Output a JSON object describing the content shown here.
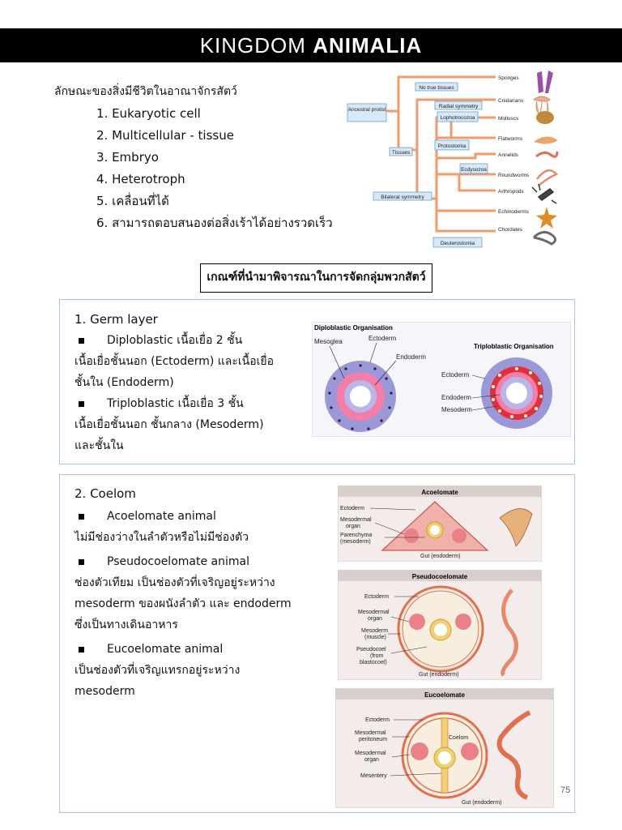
{
  "header": {
    "title_plain": "KINGDOM",
    "title_bold": "ANIMALIA"
  },
  "intro": {
    "heading": "ลักษณะของสิ่งมีชีวิตในอาณาจักรสัตว์",
    "items": [
      "1. Eukaryotic cell",
      "2. Multicellular - tissue",
      "3. Embryo",
      "4. Heterotroph",
      "5. เคลื่อนที่ได้",
      "6. สามารถตอบสนองต่อสิ่งเร้าได้อย่างรวดเร็ว"
    ]
  },
  "phylogeny": {
    "ancestor": "Ancestral protist",
    "nodes": {
      "no_true": "No true tissues",
      "radial": "Radial symmetry",
      "lopho": "Lophotrocozoa",
      "proto": "Protostomia",
      "ecdy": "Ecdysozoa",
      "tissues": "Tissues",
      "bilateral": "Bilateral symmetry",
      "deutero": "Deuterostomia"
    },
    "taxa": [
      "Sponges",
      "Cnidarians",
      "Molluscs",
      "Flatworms",
      "Annelids",
      "Roundworms",
      "Arthropods",
      "Echinoderms",
      "Chordates"
    ]
  },
  "criteria_title": "เกณฑ์ที่นำมาพิจารณาในการจัดกลุ่มพวกสัตว์",
  "germ": {
    "title": "1. Germ layer",
    "diplo_label": "Diploblastic เนื้อเยื่อ 2 ชั้น",
    "diplo_desc1": "เนื้อเยื่อชั้นนอก (Ectoderm) และเนื้อเยื่อ",
    "diplo_desc2": "ชั้นใน (Endoderm)",
    "triplo_label": "Triploblastic เนื้อเยื่อ 3 ชั้น",
    "triplo_desc1": "เนื้อเยื่อชั้นนอก ชั้นกลาง (Mesoderm)",
    "triplo_desc2": "และชั้นใน",
    "fig": {
      "diplo_title": "Diploblastic Organisation",
      "triplo_title": "Triploblastic Organisation",
      "mesoglea": "Mesoglea",
      "ectoderm": "Ectoderm",
      "endoderm": "Endoderm",
      "mesoderm": "Mesoderm"
    }
  },
  "coelom": {
    "title": "2. Coelom",
    "acoel": "Acoelomate animal",
    "acoel_desc": "ไม่มีช่องว่างในลำตัวหรือไม่มีช่องตัว",
    "pseudo": "Pseudocoelomate animal",
    "pseudo_desc1": "ช่องตัวเทียม เป็นช่องตัวที่เจริญอยู่ระหว่าง",
    "pseudo_desc2": "mesoderm ของผนังลำตัว และ endoderm",
    "pseudo_desc3": "ซึ่งเป็นทางเดินอาหาร",
    "eucoel": "Eucoelomate animal",
    "eucoel_desc": "เป็นช่องตัวที่เจริญแทรกอยู่ระหว่าง mesoderm",
    "fig": {
      "acoel_title": "Acoelomate",
      "pseudo_title": "Pseudocoelomate",
      "eucoel_title": "Eucoelomate",
      "ectoderm": "Ectoderm",
      "mesodermal": "Mesodermal",
      "organ": "organ",
      "parenchyma": "Parenchyma",
      "mesoderm_paren": "(mesoderm)",
      "gut": "Gut (endoderm)",
      "mesoderm": "Mesoderm",
      "muscle": "(muscle)",
      "pseudocoel": "Pseudocoel",
      "from": "(from",
      "blastocoel": "blastocoel)",
      "peritoneum": "peritoneum",
      "coelom": "Coelom",
      "mesentery": "Mesentery"
    }
  },
  "page_number": "75",
  "colors": {
    "branch": "#f39a6a",
    "node_fill": "#d7e8f6",
    "node_stroke": "#6aa0d0",
    "box_border": "#a9c6e6",
    "pink": "#f17fa9",
    "purple": "#9a98d8",
    "ring_red": "#e0303a"
  }
}
